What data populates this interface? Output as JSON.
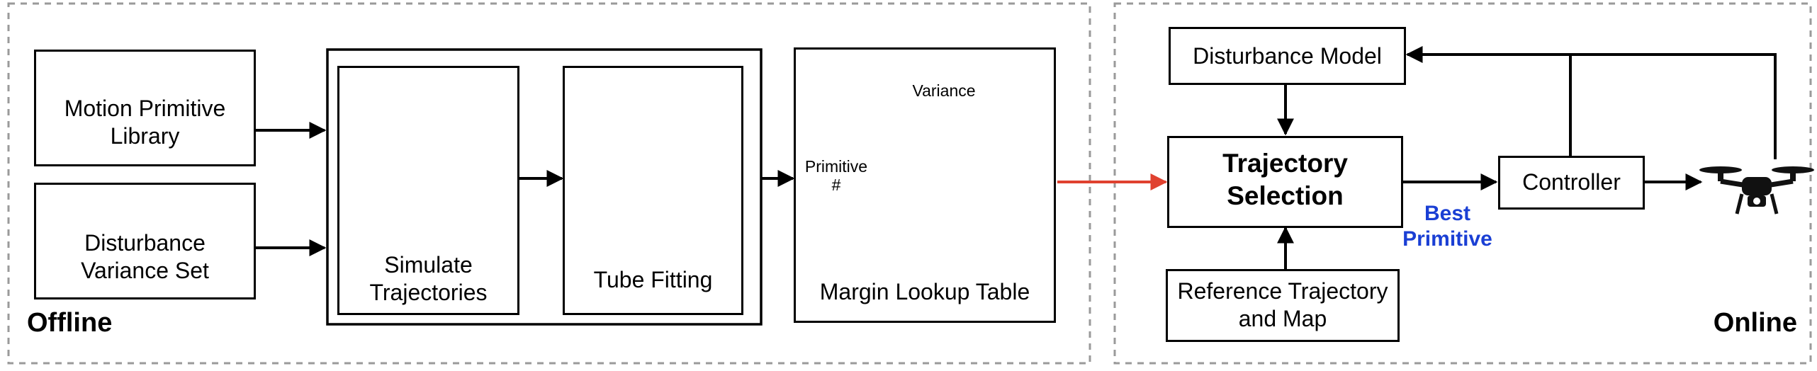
{
  "panels": {
    "offline_title": "Offline",
    "online_title": "Online"
  },
  "nodes": {
    "motion_primitive_library": "Motion Primitive Library",
    "disturbance_variance_set": "Disturbance Variance Set",
    "simulate_trajectories": "Simulate Trajectories",
    "tube_fitting": "Tube Fitting",
    "margin_lookup_table": "Margin Lookup Table",
    "table_col_header": "Variance",
    "table_row_header_1": "Primitive",
    "table_row_header_2": "#",
    "disturbance_model": "Disturbance Model",
    "trajectory_selection_1": "Trajectory",
    "trajectory_selection_2": "Selection",
    "reference_trajectory_1": "Reference Trajectory",
    "reference_trajectory_2": "and Map",
    "controller": "Controller",
    "best_primitive_1": "Best",
    "best_primitive_2": "Primitive"
  },
  "icons": {
    "motion_primitive": "fan-of-curves-icon",
    "variance_swatches": "grayscale-swatch-icon",
    "drone": "quadcopter-icon"
  },
  "colors": {
    "trajectory_sample": "#e8897c",
    "nominal_trajectory": "#000000",
    "highlight_cell": "#f5cfcf",
    "cross_boundary_arrow": "#e0412f",
    "best_primitive_text": "#1a3fd4",
    "panel_border": "#9a9a9a"
  },
  "variance_swatch_colors": [
    "#ffffff",
    "#d6d6d6",
    "#9c9c9c",
    "#5e5e5e"
  ]
}
